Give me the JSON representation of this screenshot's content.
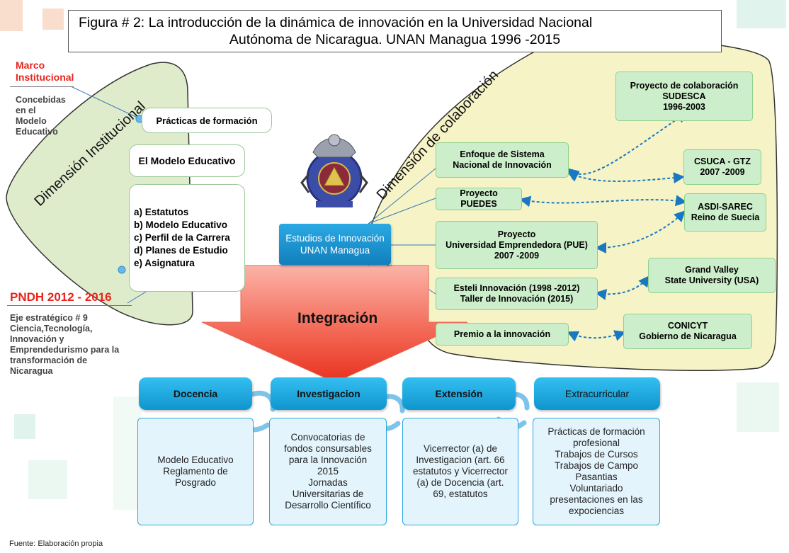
{
  "title": {
    "line1": "Figura # 2: La introducción de la dinámica de innovación en la Universidad Nacional",
    "line2": "Autónoma de Nicaragua. UNAN Managua 1996 -2015"
  },
  "left": {
    "marco_line1": "Marco",
    "marco_line2": "Institucional",
    "concebidas": [
      "Concebidas",
      "en el",
      "Modelo",
      "Educativo"
    ],
    "dimension_label": "Dimensión Institucional",
    "practicas": "Prácticas de formación",
    "modelo": "El Modelo Educativo",
    "list": [
      "a) Estatutos",
      "b) Modelo Educativo",
      "c) Perfil de la Carrera",
      "d) Planes de Estudio",
      "e) Asignatura"
    ],
    "pndh": "PNDH 2012 - 2016",
    "eje": [
      "Eje estratégico # 9",
      "Ciencia,Tecnología,",
      "Innovación y",
      "Emprendedurismo para la",
      "transformación de",
      "Nicaragua"
    ]
  },
  "center": {
    "estudios_line1": "Estudios de Innovación",
    "estudios_line2": "UNAN Managua",
    "integracion": "Integración"
  },
  "right": {
    "dimension_label": "Dimensión de colaboración",
    "inner": [
      [
        "Enfoque de Sistema",
        "Nacional de Innovación"
      ],
      [
        "Proyecto PUEDES"
      ],
      [
        "Proyecto",
        "Universidad Emprendedora (PUE)",
        "2007 -2009"
      ],
      [
        "Esteli Innovación (1998 -2012)",
        "Taller de Innovación (2015)"
      ],
      [
        "Premio a la innovación"
      ]
    ],
    "outer": [
      [
        "Proyecto de colaboración",
        "SUDESCA",
        "1996-2003"
      ],
      [
        "CSUCA - GTZ",
        "2007 -2009"
      ],
      [
        "ASDI-SAREC",
        "Reino de Suecia"
      ],
      [
        "Grand Valley",
        "State University (USA)"
      ],
      [
        "CONICYT",
        "Gobierno de Nicaragua"
      ]
    ]
  },
  "bottom": {
    "headers": [
      "Docencia",
      "Investigacion",
      "Extensión",
      "Extracurricular"
    ],
    "cards": [
      [
        "Modelo Educativo",
        "Reglamento de",
        "Posgrado"
      ],
      [
        "Convocatorias de",
        "fondos consursables",
        "para la Innovación",
        "2015",
        "Jornadas",
        "Universitarias de",
        "Desarrollo Científico"
      ],
      [
        "Vicerrector (a) de",
        "Investigacion (art. 66",
        "estatutos  y Vicerrector",
        "(a) de Docencia (art.",
        "69, estatutos"
      ],
      [
        "Prácticas de formación",
        "profesional",
        "Trabajos de Cursos",
        "Trabajos de Campo",
        "Pasantias",
        "Voluntariado",
        "presentaciones en las",
        "expociencias"
      ]
    ]
  },
  "footer": "Fuente: Elaboración propia",
  "colors": {
    "red": "#e8241c",
    "green_fill": "#cdeecb",
    "yellow_fill": "#f6f4c6",
    "left_fill": "#dfeccb",
    "blue": "#1a9fd9"
  }
}
